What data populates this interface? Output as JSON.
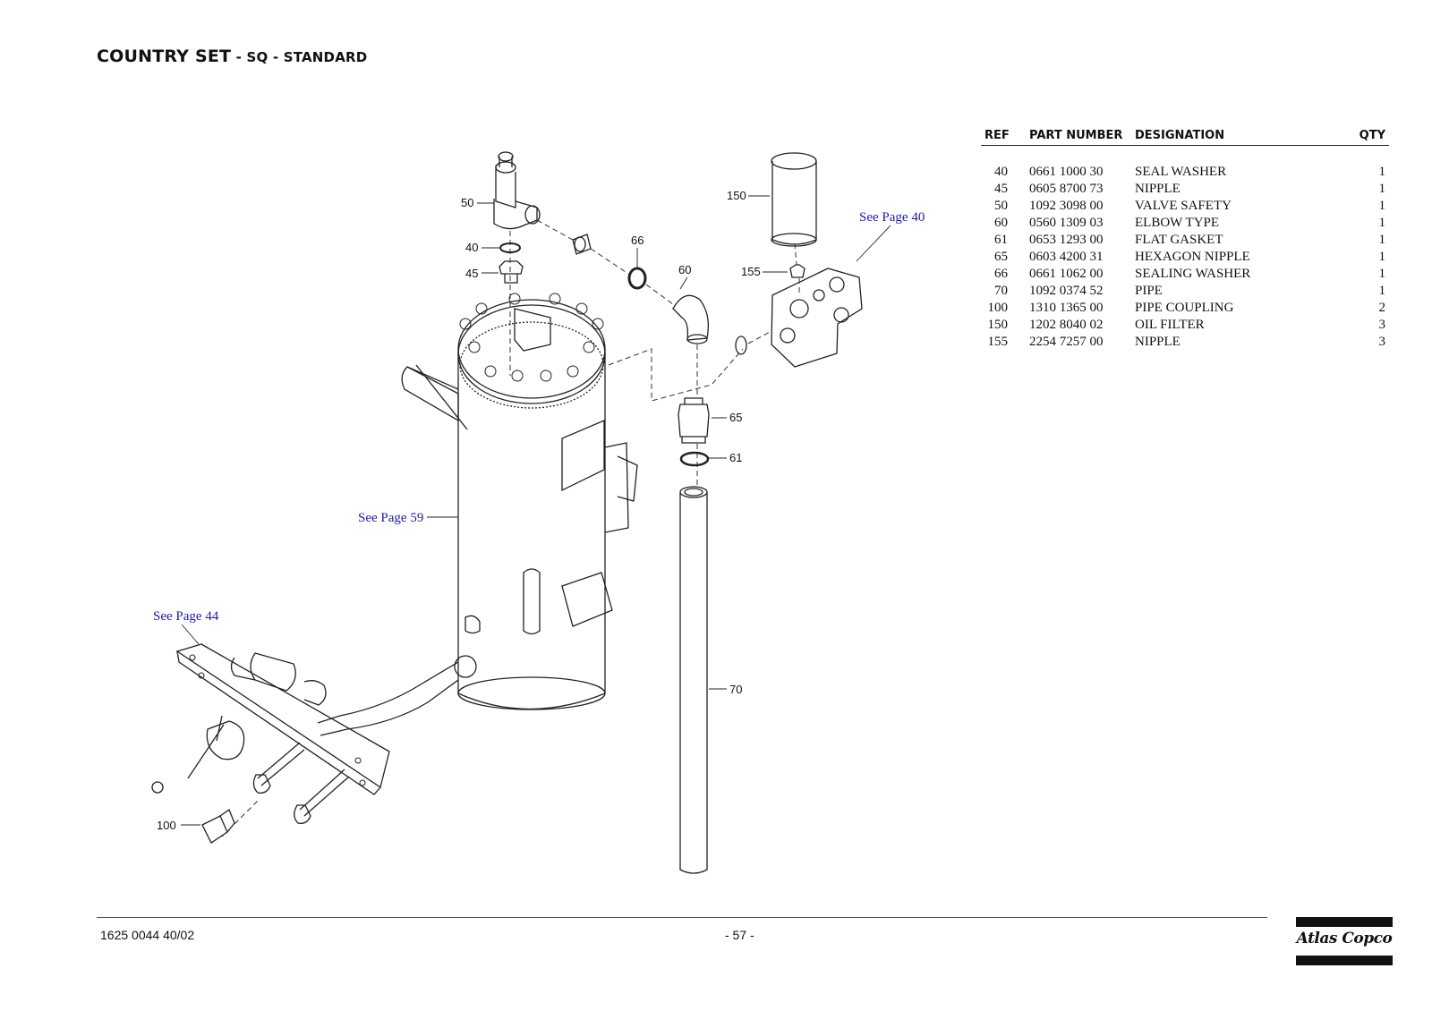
{
  "title": {
    "main": "COUNTRY SET",
    "sep1": " - ",
    "sub1": "SQ",
    "sep2": " - ",
    "sub2": "STANDARD"
  },
  "table": {
    "headers": {
      "ref": "REF",
      "part_number": "PART NUMBER",
      "designation": "DESIGNATION",
      "qty": "QTY"
    },
    "rows": [
      {
        "ref": "40",
        "part_number": "0661 1000 30",
        "designation": "SEAL WASHER",
        "qty": "1"
      },
      {
        "ref": "45",
        "part_number": "0605 8700 73",
        "designation": "NIPPLE",
        "qty": "1"
      },
      {
        "ref": "50",
        "part_number": "1092 3098 00",
        "designation": "VALVE SAFETY",
        "qty": "1"
      },
      {
        "ref": "60",
        "part_number": "0560 1309 03",
        "designation": "ELBOW TYPE",
        "qty": "1"
      },
      {
        "ref": "61",
        "part_number": "0653 1293 00",
        "designation": "FLAT GASKET",
        "qty": "1"
      },
      {
        "ref": "65",
        "part_number": "0603 4200 31",
        "designation": "HEXAGON NIPPLE",
        "qty": "1"
      },
      {
        "ref": "66",
        "part_number": "0661 1062 00",
        "designation": "SEALING WASHER",
        "qty": "1"
      },
      {
        "ref": "70",
        "part_number": "1092 0374 52",
        "designation": "PIPE",
        "qty": "1"
      },
      {
        "ref": "100",
        "part_number": "1310 1365 00",
        "designation": "PIPE COUPLING",
        "qty": "2"
      },
      {
        "ref": "150",
        "part_number": "1202 8040 02",
        "designation": "OIL FILTER",
        "qty": "3"
      },
      {
        "ref": "155",
        "part_number": "2254 7257 00",
        "designation": "NIPPLE",
        "qty": "3"
      }
    ]
  },
  "diagram": {
    "callouts": {
      "c50": "50",
      "c40": "40",
      "c45": "45",
      "c66": "66",
      "c60": "60",
      "c150": "150",
      "c155": "155",
      "c65": "65",
      "c61": "61",
      "c70": "70",
      "c100": "100"
    },
    "references": {
      "page40": "See Page 40",
      "page59": "See Page 59",
      "page44": "See Page 44"
    }
  },
  "footer": {
    "doc_number": "1625 0044 40/02",
    "page": "- 57 -"
  },
  "logo": {
    "text": "Atlas Copco"
  },
  "colors": {
    "reference_link": "#1a1aa6",
    "text": "#111111"
  }
}
